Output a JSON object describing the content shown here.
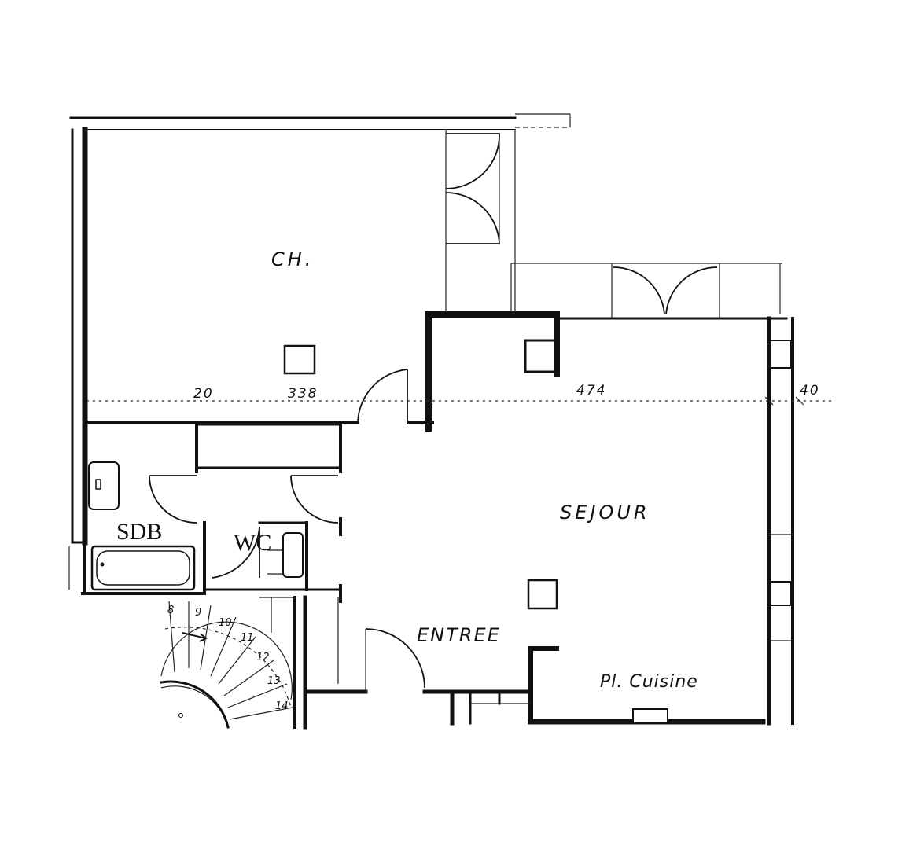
{
  "rooms": {
    "chambre": "CH.",
    "sejour": "SEJOUR",
    "entree": "ENTREE",
    "cuisine": "Pl. Cuisine",
    "sdb": "SDB",
    "wc": "WC"
  },
  "dimensions": {
    "d20": "20",
    "d338": "338",
    "d474": "474",
    "d40": "40"
  },
  "stairs": {
    "steps": [
      "8",
      "9",
      "10",
      "11",
      "12",
      "13",
      "14"
    ]
  },
  "colors": {
    "ink": "#111111",
    "paper": "#ffffff"
  }
}
